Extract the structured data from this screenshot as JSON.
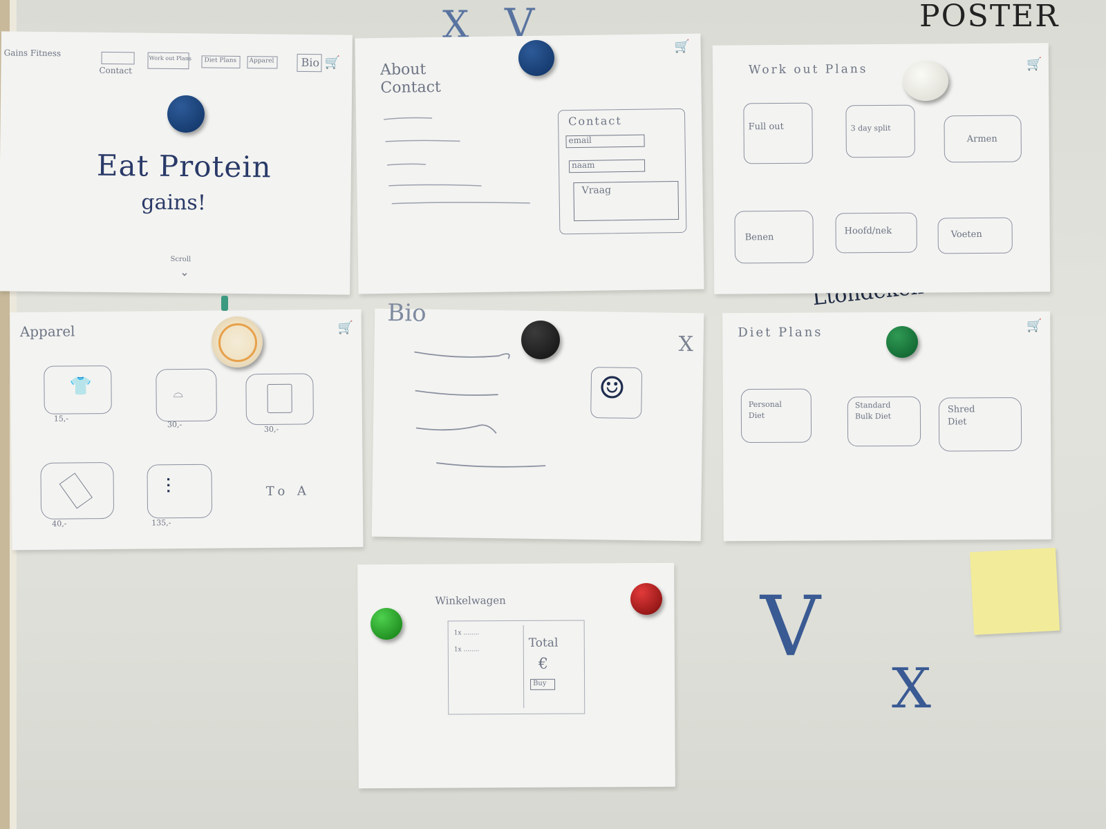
{
  "board": {
    "title": "POSTER",
    "scribble_word": "Ltondekeli",
    "marks": {
      "v1": "V",
      "v2": "V",
      "x1": "X",
      "x2": "X"
    }
  },
  "home": {
    "brand": "Gains Fitness",
    "nav": [
      "Contact",
      "Work out Plans",
      "Diet Plans",
      "Apparel",
      "Bio"
    ],
    "headline": "Eat Protein",
    "subline": "gains!",
    "scroll": "Scroll",
    "cart_icon": "cart-icon"
  },
  "about": {
    "title": "About Contact",
    "form_title": "Contact",
    "email": "email",
    "name": "naam",
    "question": "Vraag"
  },
  "workout": {
    "title": "Work out Plans",
    "plans": [
      "Full out",
      "3 day split",
      "Armen",
      "Benen",
      "Hoofd/nek",
      "Voeten"
    ]
  },
  "apparel": {
    "title": "Apparel",
    "items": [
      {
        "icon": "shirt-icon",
        "price": "15,-"
      },
      {
        "icon": "cap-icon",
        "price": "30,-"
      },
      {
        "icon": "whey-jar-icon",
        "price": "30,-"
      },
      {
        "icon": "shaker-icon",
        "price": "40,-"
      },
      {
        "icon": "dumbbell-icon",
        "price": "135,-"
      }
    ],
    "more": "To A"
  },
  "bio": {
    "title": "Bio",
    "close": "X",
    "avatar_icon": "person-icon"
  },
  "diet": {
    "title": "Diet Plans",
    "plans": [
      "Personal Diet",
      "Standard Bulk Diet",
      "Shred Diet"
    ]
  },
  "cart": {
    "title": "Winkelwagen",
    "total": "Total",
    "currency": "€",
    "buy": "Buy"
  }
}
